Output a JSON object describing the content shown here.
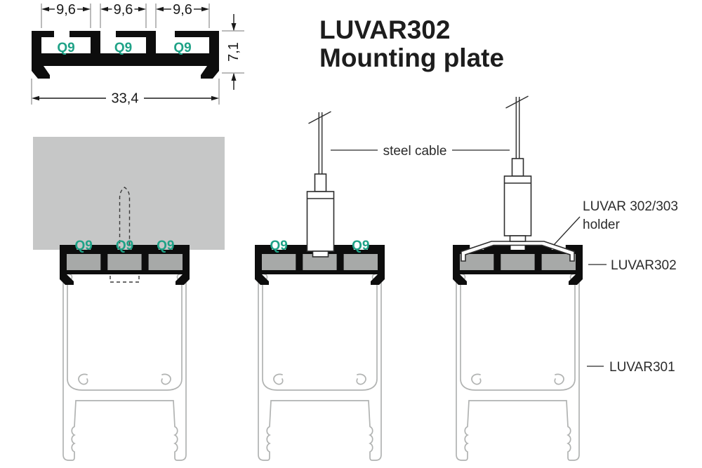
{
  "title": {
    "line1": "LUVAR302",
    "line2": "Mounting plate"
  },
  "cross_section": {
    "slot_labels": [
      "Q9",
      "Q9",
      "Q9"
    ],
    "dim_slot_widths": [
      "9,6",
      "9,6",
      "9,6"
    ],
    "dim_height": "7,1",
    "dim_total_width": "33,4"
  },
  "ceiling_view": {
    "slot_labels": [
      "Q9",
      "Q9",
      "Q9"
    ]
  },
  "cable_view": {
    "slot_labels": [
      "Q9",
      "Q9"
    ]
  },
  "annotations": {
    "steel_cable": "steel cable",
    "holder_line1": "LUVAR 302/303",
    "holder_line2": "holder",
    "mounting_plate": "LUVAR302",
    "profile": "LUVAR301"
  },
  "colors": {
    "accent_teal": "#1fa287",
    "drawing_black": "#0d0d0d",
    "ceiling_gray": "#c6c7c7",
    "slot_gray": "#a7a9a8",
    "profile_outline_gray": "#b1b3b2"
  }
}
